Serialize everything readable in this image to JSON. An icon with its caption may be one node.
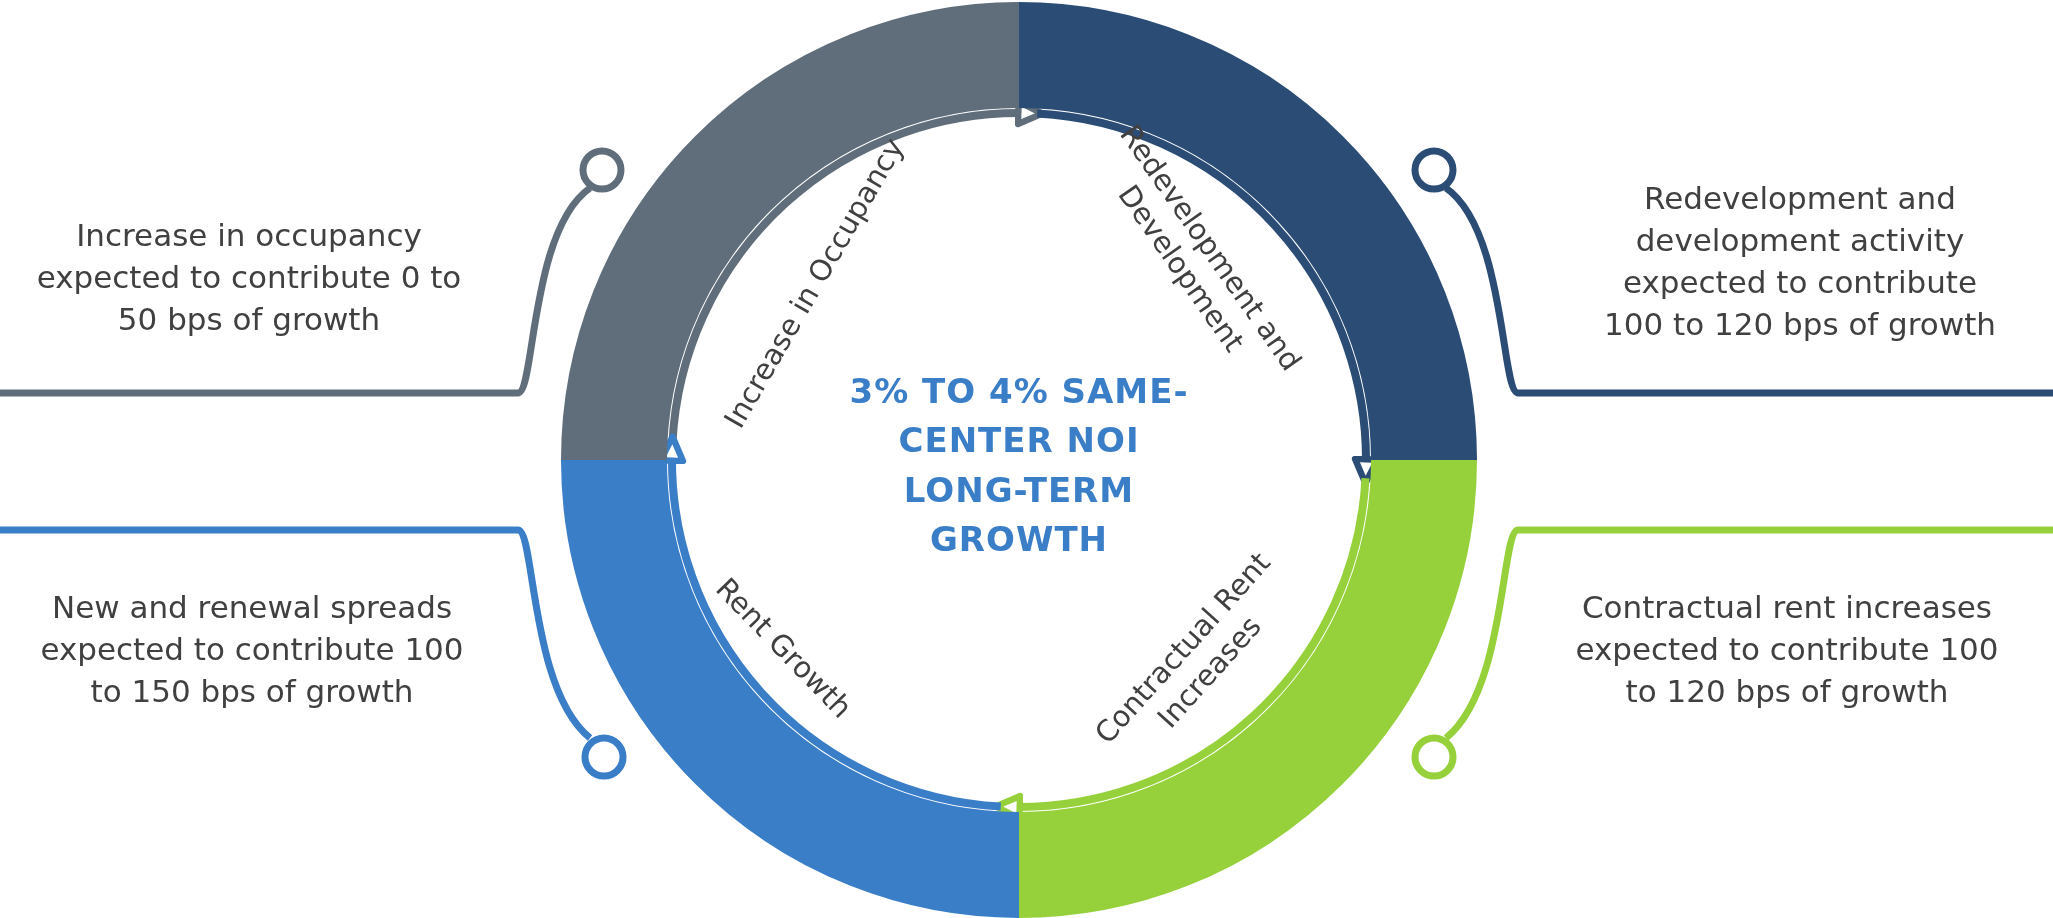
{
  "diagram": {
    "nodes": [
      {
        "text": [
          "3% TO 4% SAME-CENTER NOI LONG-TERM GROWTH"
        ]
      },
      {
        "text": [
          "Increase in Occupancy"
        ]
      },
      {
        "text": [
          "Redevelopment and Development"
        ]
      },
      {
        "text": [
          "Contractual Rent Increases"
        ]
      },
      {
        "text": [
          "Rent Growth"
        ]
      },
      {
        "text": [
          "Increase in occupancy expected to contribute 0 to 50 bps of growth"
        ]
      },
      {
        "text": [
          "Redevelopment and development activity expected to contribute 100 to 120 bps of growth"
        ]
      },
      {
        "text": [
          "New and renewal spreads expected to contribute 100 to 150 bps of growth"
        ]
      },
      {
        "text": [
          "Contractual rent increases expected to contribute 100 to 120 bps of growth"
        ]
      }
    ],
    "edges": [
      {
        "from": 1,
        "to": 2,
        "arrow": "to",
        "color": "#5f6e7a"
      },
      {
        "from": 2,
        "to": 3,
        "arrow": "to",
        "color": "#2b4d75"
      },
      {
        "from": 3,
        "to": 4,
        "arrow": "to",
        "color": "#96d13c"
      },
      {
        "from": 4,
        "to": 1,
        "arrow": "to",
        "color": "#3a7ec8"
      }
    ]
  }
}
